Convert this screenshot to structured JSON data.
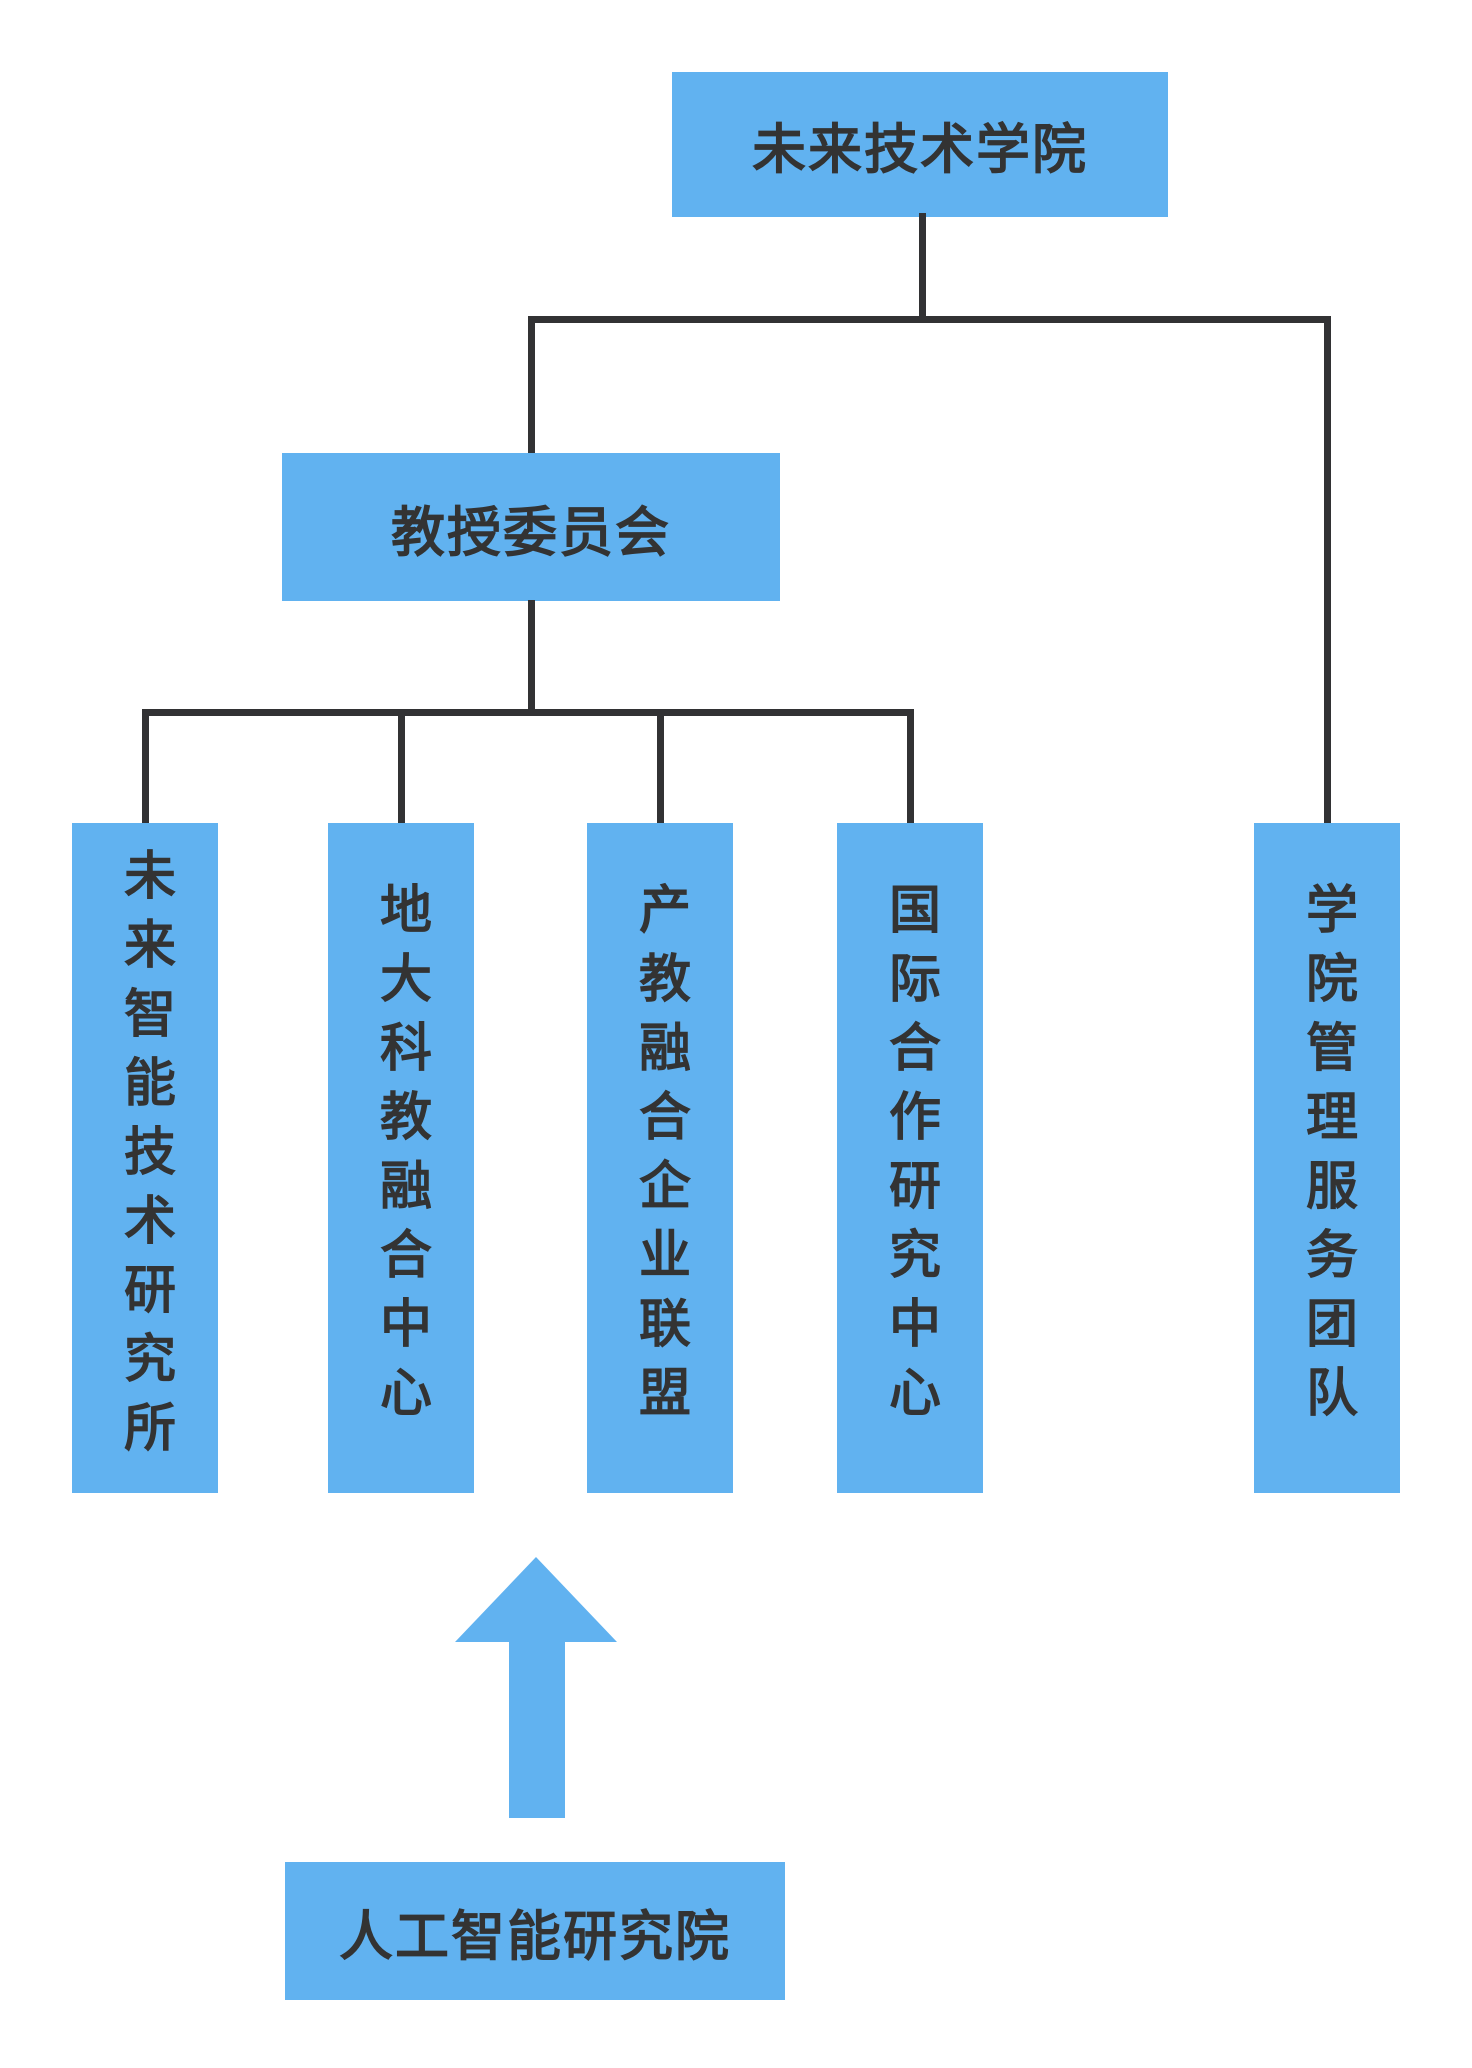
{
  "org_chart": {
    "root": {
      "label": "未来技术学院"
    },
    "committee": {
      "label": "教授委员会"
    },
    "departments": [
      {
        "label": "未来智能技术研究所"
      },
      {
        "label": "地大科教融合中心"
      },
      {
        "label": "产教融合企业联盟"
      },
      {
        "label": "国际合作研究中心"
      },
      {
        "label": "学院管理服务团队"
      }
    ],
    "affiliate": {
      "label": "人工智能研究院"
    },
    "arrow": {
      "direction": "up"
    }
  },
  "colors": {
    "box-fill": "#61B2F0",
    "line": "#323234",
    "text": "#333333"
  }
}
